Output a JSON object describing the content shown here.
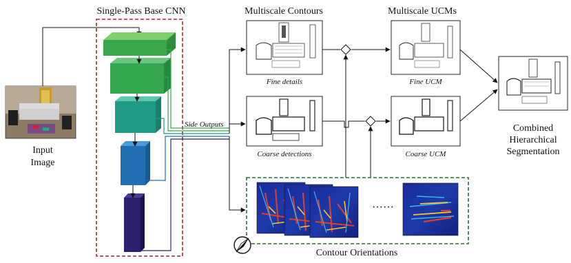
{
  "titles": {
    "base_cnn": "Single-Pass Base CNN",
    "multiscale_contours": "Multiscale Contours",
    "multiscale_ucms": "Multiscale UCMs",
    "contour_orientations": "Contour Orientations"
  },
  "input": {
    "line1": "Input",
    "line2": "Image"
  },
  "side_outputs": "Side Outputs",
  "captions": {
    "fine_details": "Fine details",
    "coarse_detections": "Coarse detections",
    "fine_ucm": "Fine UCM",
    "coarse_ucm": "Coarse UCM"
  },
  "combined": {
    "line1": "Combined",
    "line2": "Hierarchical",
    "line3": "Segmentation"
  },
  "ellipsis": "······",
  "colors": {
    "cnn_box_border": "#b0202a",
    "orient_box_border": "#2e6b3a",
    "block_1": "#3aa84a",
    "block_2": "#33a64e",
    "block_3": "#1f9a86",
    "block_4": "#1f6fb2",
    "block_5": "#2b1f6e",
    "arrow": "#111111"
  },
  "icons": [
    "compass-icon"
  ]
}
